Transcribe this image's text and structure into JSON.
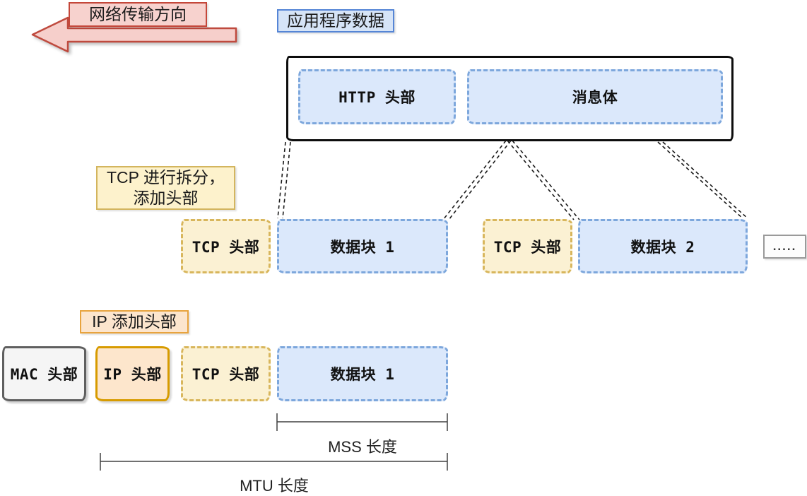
{
  "arrow": {
    "label": "网络传输方向"
  },
  "app": {
    "tag": "应用程序数据",
    "http_header": "HTTP 头部",
    "message_body": "消息体"
  },
  "tcp_step": {
    "note_line1": "TCP 进行拆分，",
    "note_line2": "添加头部",
    "segments": [
      {
        "label": "TCP 头部"
      },
      {
        "label": "数据块 1"
      },
      {
        "label": "TCP 头部"
      },
      {
        "label": "数据块 2"
      }
    ],
    "more": "....."
  },
  "ip_step": {
    "note": "IP 添加头部",
    "frame": [
      {
        "label": "MAC 头部"
      },
      {
        "label": "IP 头部"
      },
      {
        "label": "TCP 头部"
      },
      {
        "label": "数据块 1"
      }
    ]
  },
  "measures": {
    "mss": "MSS 长度",
    "mtu": "MTU 长度"
  },
  "colors": {
    "arrow_fill": "#f6cfcb",
    "arrow_border": "#bf4a3e",
    "app_tag_fill": "#d6e4f7",
    "app_tag_border": "#5585d6",
    "data_fill": "#dbe8fb",
    "data_border": "#7da7dc",
    "tcp_fill": "#fbf1d3",
    "tcp_border": "#d8b65c",
    "tcp_note_fill": "#fdf2cc",
    "tcp_note_border": "#d3b55e",
    "ip_fill": "#fde6cc",
    "ip_border": "#d79b00",
    "ip_note_fill": "#fce5cd",
    "ip_note_border": "#e8a33d",
    "mac_fill": "#f5f5f5",
    "mac_border": "#5f5f5f",
    "outer_box_border": "#0d0d0d"
  }
}
